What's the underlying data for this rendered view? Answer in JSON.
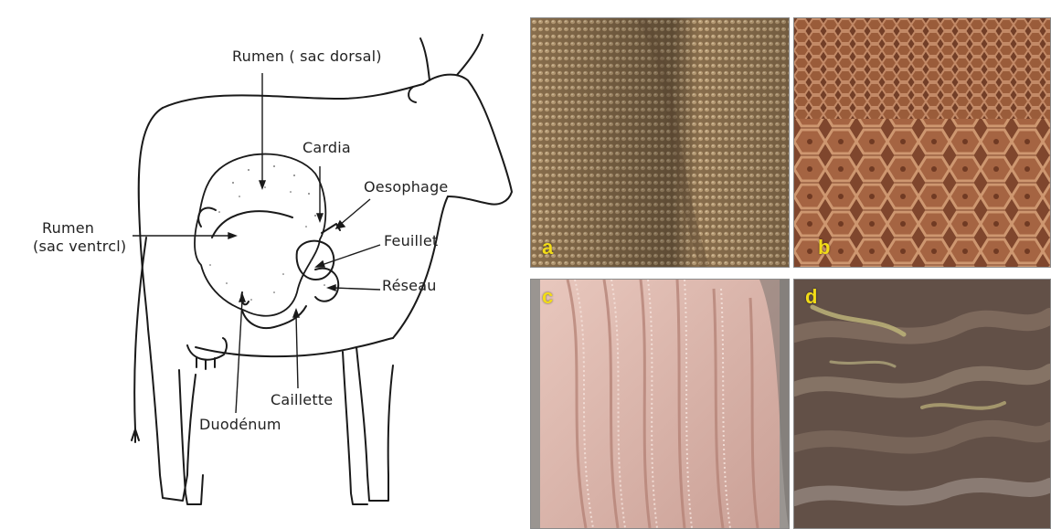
{
  "diagram": {
    "labels": {
      "rumen_dorsal": "Rumen ( sac dorsal)",
      "cardia": "Cardia",
      "oesophage": "Oesophage",
      "rumen_ventral_line1": "Rumen",
      "rumen_ventral_line2": "(sac ventrcl)",
      "feuillet": "Feuillet",
      "reseau": "Réseau",
      "caillette": "Caillette",
      "duodenum": "Duodénum"
    }
  },
  "photos": {
    "panels": [
      {
        "letter": "a",
        "tone": "#9a7a55"
      },
      {
        "letter": "b",
        "tone": "#a4623e"
      },
      {
        "letter": "c",
        "tone": "#d9b5ab"
      },
      {
        "letter": "d",
        "tone": "#7b6457"
      }
    ]
  }
}
